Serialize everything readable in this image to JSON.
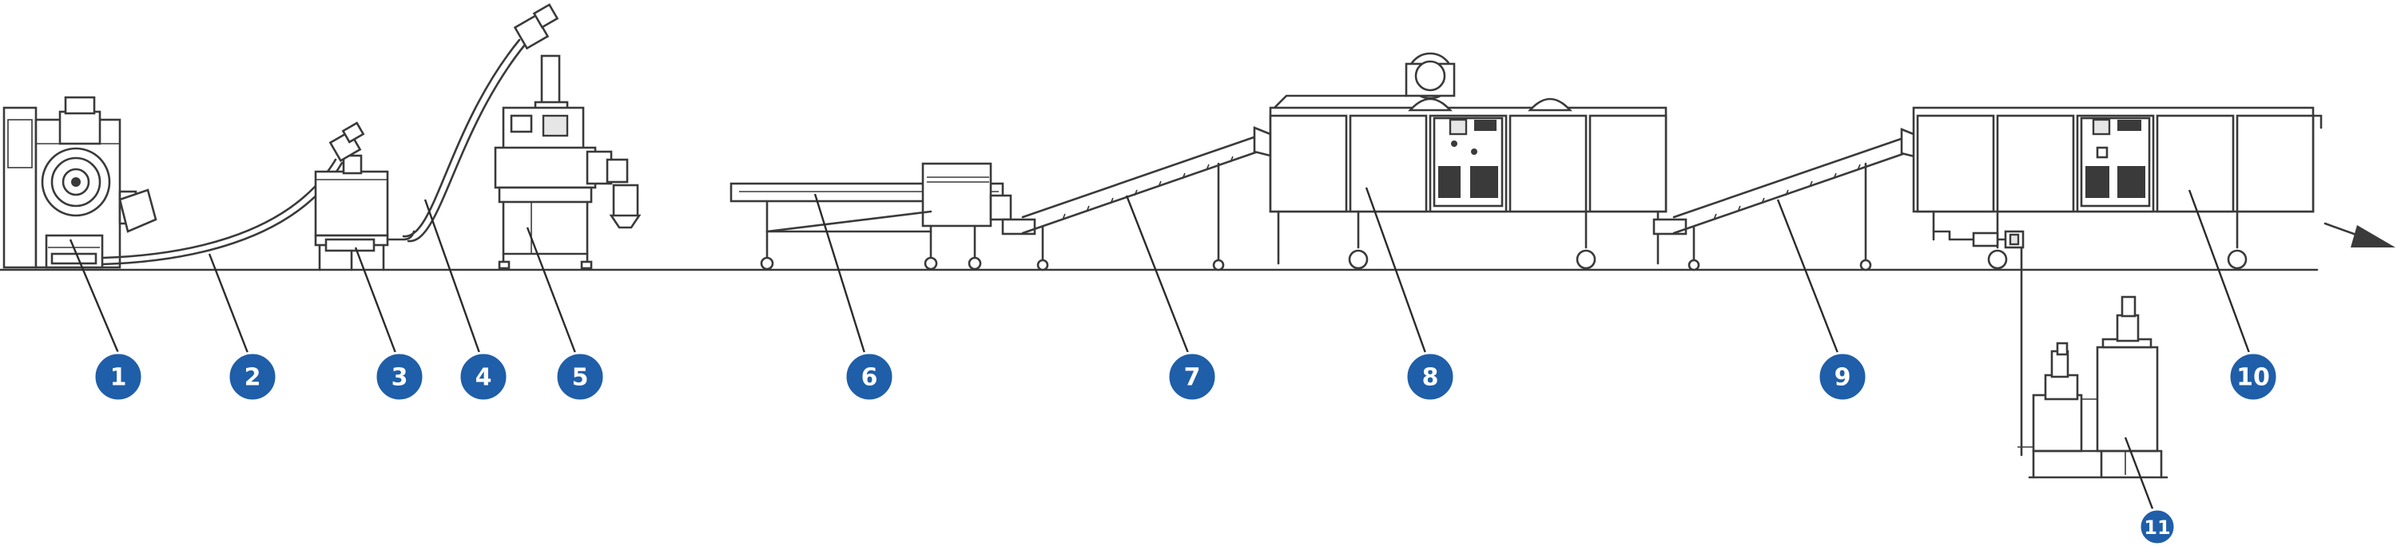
{
  "colors": {
    "badge": "#1f5ea8",
    "line": "#3a3a3a",
    "background": "#ffffff"
  },
  "callouts": [
    {
      "label": "1"
    },
    {
      "label": "2"
    },
    {
      "label": "3"
    },
    {
      "label": "4"
    },
    {
      "label": "5"
    },
    {
      "label": "6"
    },
    {
      "label": "7"
    },
    {
      "label": "8"
    },
    {
      "label": "9"
    },
    {
      "label": "10"
    },
    {
      "label": "11"
    }
  ],
  "flow_arrow": "arrow-right-icon"
}
